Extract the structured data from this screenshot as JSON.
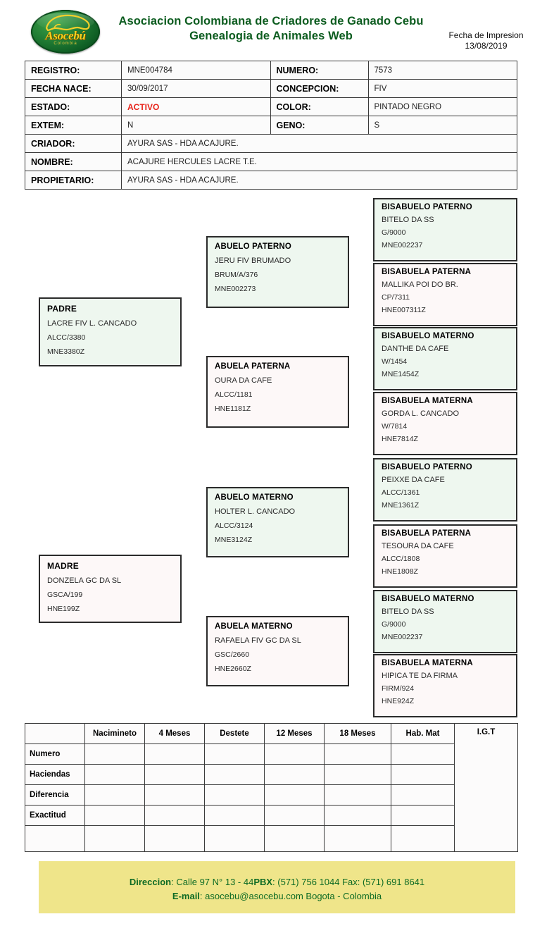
{
  "header": {
    "logo": {
      "word": "Asocebú",
      "sub": "Colombia"
    },
    "title_line1": "Asociacion Colombiana de Criadores de Ganado Cebu",
    "title_line2": "Genealogia de Animales Web",
    "print_label": "Fecha de Impresion",
    "print_date": "13/08/2019"
  },
  "info": {
    "registro_label": "REGISTRO:",
    "registro_value": "MNE004784",
    "numero_label": "NUMERO:",
    "numero_value": "7573",
    "fecha_nace_label": "FECHA NACE:",
    "fecha_nace_value": "30/09/2017",
    "concepcion_label": "CONCEPCION:",
    "concepcion_value": "FIV",
    "estado_label": "ESTADO:",
    "estado_value": "ACTIVO",
    "color_label": "COLOR:",
    "color_value": "PINTADO NEGRO",
    "extem_label": "EXTEM:",
    "extem_value": "N",
    "geno_label": "GENO:",
    "geno_value": "S",
    "criador_label": "CRIADOR:",
    "criador_value": "AYURA SAS - HDA ACAJURE.",
    "nombre_label": "NOMBRE:",
    "nombre_value": "ACAJURE HERCULES LACRE T.E.",
    "propietario_label": "PROPIETARIO:",
    "propietario_value": "AYURA SAS - HDA ACAJURE."
  },
  "pedigree": {
    "padre": {
      "role": "PADRE",
      "name": "LACRE FIV L. CANCADO",
      "reg": "ALCC/3380",
      "id": "MNE3380Z"
    },
    "madre": {
      "role": "MADRE",
      "name": "DONZELA GC DA SL",
      "reg": "GSCA/199",
      "id": "HNE199Z"
    },
    "abuelo_paterno": {
      "role": "ABUELO PATERNO",
      "name": "JERU FIV BRUMADO",
      "reg": "BRUM/A/376",
      "id": "MNE002273"
    },
    "abuela_paterna": {
      "role": "ABUELA PATERNA",
      "name": "OURA DA CAFE",
      "reg": "ALCC/1181",
      "id": "HNE1181Z"
    },
    "abuelo_materno": {
      "role": "ABUELO MATERNO",
      "name": "HOLTER L. CANCADO",
      "reg": "ALCC/3124",
      "id": "MNE3124Z"
    },
    "abuela_materno": {
      "role": "ABUELA MATERNO",
      "name": "RAFAELA FIV GC DA SL",
      "reg": "GSC/2660",
      "id": "HNE2660Z"
    },
    "bis1": {
      "role": "BISABUELO PATERNO",
      "name": "BITELO DA SS",
      "reg": "G/9000",
      "id": "MNE002237"
    },
    "bis2": {
      "role": "BISABUELA PATERNA",
      "name": "MALLIKA POI DO BR.",
      "reg": "CP/7311",
      "id": "HNE007311Z"
    },
    "bis3": {
      "role": "BISABUELO MATERNO",
      "name": "DANTHE DA CAFE",
      "reg": "W/1454",
      "id": "MNE1454Z"
    },
    "bis4": {
      "role": "BISABUELA MATERNA",
      "name": "GORDA L. CANCADO",
      "reg": "W/7814",
      "id": "HNE7814Z"
    },
    "bis5": {
      "role": "BISABUELO PATERNO",
      "name": "PEIXXE DA CAFE",
      "reg": "ALCC/1361",
      "id": "MNE1361Z"
    },
    "bis6": {
      "role": "BISABUELA PATERNA",
      "name": "TESOURA DA CAFE",
      "reg": "ALCC/1808",
      "id": "HNE1808Z"
    },
    "bis7": {
      "role": "BISABUELO MATERNO",
      "name": "BITELO DA SS",
      "reg": "G/9000",
      "id": "MNE002237"
    },
    "bis8": {
      "role": "BISABUELA MATERNA",
      "name": "HIPICA TE DA FIRMA",
      "reg": "FIRM/924",
      "id": "HNE924Z"
    }
  },
  "performance": {
    "columns": [
      "",
      "Nacimineto",
      "4 Meses",
      "Destete",
      "12 Meses",
      "18 Meses",
      "Hab. Mat",
      "I.G.T"
    ],
    "rows": [
      {
        "label": "Numero",
        "cells": [
          "",
          "",
          "",
          "",
          "",
          ""
        ]
      },
      {
        "label": "Haciendas",
        "cells": [
          "",
          "",
          "",
          "",
          "",
          ""
        ]
      },
      {
        "label": "Diferencia",
        "cells": [
          "",
          "",
          "",
          "",
          "",
          ""
        ]
      },
      {
        "label": "Exactitud",
        "cells": [
          "",
          "",
          "",
          "",
          "",
          ""
        ]
      },
      {
        "label": "",
        "cells": [
          "",
          "",
          "",
          "",
          "",
          ""
        ]
      }
    ]
  },
  "footer": {
    "line1_a": "Direccion",
    "line1_b": ": Calle 97 N°  13 - 44",
    "line1_c": "PBX",
    "line1_d": ": (571) 756 1044 Fax: (571) 691 8641",
    "line2_a": "E-mail",
    "line2_b": ": asocebu@asocebu.com Bogota - Colombia"
  },
  "colors": {
    "brand_green": "#0c5c1f",
    "male_box": "#eef7ef",
    "female_box": "#fdf8f8",
    "status_active": "#e8231a",
    "footer_band": "#efe58a"
  }
}
